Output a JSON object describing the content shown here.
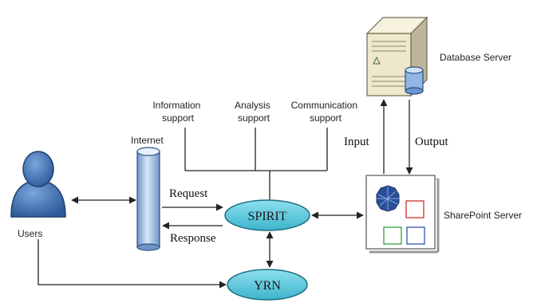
{
  "nodes": {
    "users": "Users",
    "internet": "Internet",
    "spirit": "SPIRIT",
    "yrn": "YRN",
    "database_server": "Database Server",
    "sharepoint_server": "SharePoint Server"
  },
  "supports": {
    "information": [
      "Information",
      "support"
    ],
    "analysis": [
      "Analysis",
      "support"
    ],
    "communication": [
      "Communication",
      "support"
    ]
  },
  "flows": {
    "request": "Request",
    "response": "Response",
    "input": "Input",
    "output": "Output"
  },
  "colors": {
    "ellipse_fill": "#5ec8dc",
    "user_fill": "#3e73b8",
    "pipe_fill": "#a9c6e8",
    "server_body": "#f0ead2",
    "db_cylinder": "#8fb6e4"
  }
}
